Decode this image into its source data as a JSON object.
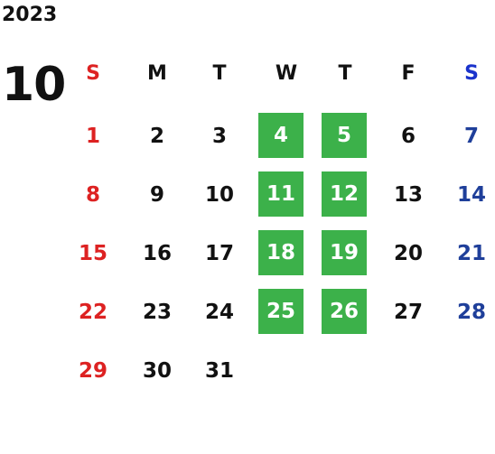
{
  "calendar": {
    "year": "2023",
    "month": "10",
    "weekdays": [
      "S",
      "M",
      "T",
      "W",
      "T",
      "F",
      "S"
    ],
    "weeks": [
      [
        "1",
        "2",
        "3",
        "4",
        "5",
        "6",
        "7"
      ],
      [
        "8",
        "9",
        "10",
        "11",
        "12",
        "13",
        "14"
      ],
      [
        "15",
        "16",
        "17",
        "18",
        "19",
        "20",
        "21"
      ],
      [
        "22",
        "23",
        "24",
        "25",
        "26",
        "27",
        "28"
      ],
      [
        "29",
        "30",
        "31",
        "",
        "",
        "",
        ""
      ]
    ],
    "highlighted_dates": [
      "4",
      "5",
      "11",
      "12",
      "18",
      "19",
      "25",
      "26"
    ],
    "colors": {
      "sunday": "#dd2222",
      "saturday": "#1f3f9a",
      "saturday_header": "#1a33cc",
      "weekday": "#111111",
      "highlight_bg": "#3cb14a",
      "highlight_text": "#ffffff"
    }
  }
}
